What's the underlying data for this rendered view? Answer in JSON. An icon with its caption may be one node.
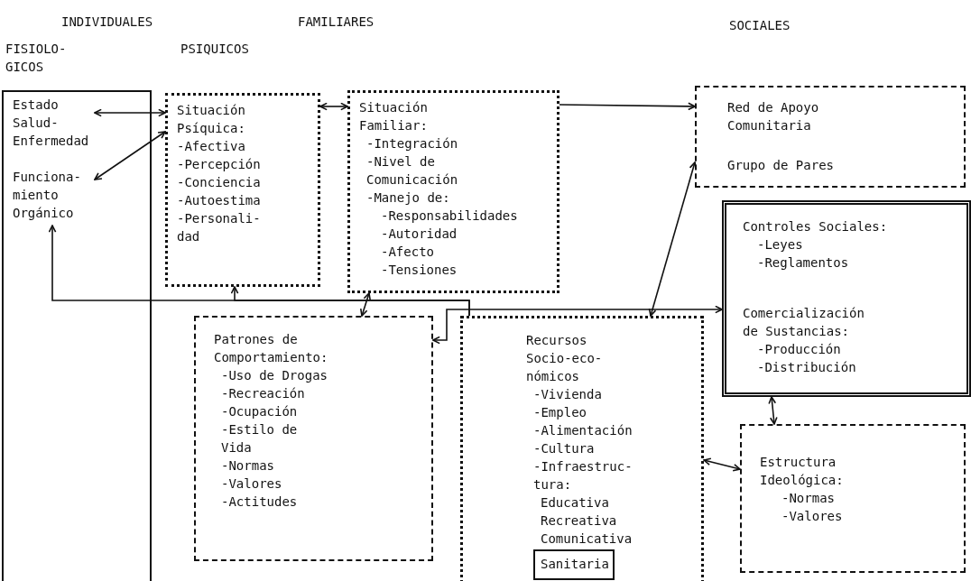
{
  "diagram": {
    "nodes": [
      {
        "text": [],
        "shape": "box"
      },
      {
        "text": [
          "Estado Salud- Enfermedad"
        ],
        "in": 0
      },
      {
        "text": [
          "Funciona- miento Orgánico"
        ],
        "in": 0
      },
      {
        "text": [
          "Situación Psíquica:",
          "-Afectiva",
          "-Percepción",
          "-Conciencia",
          "-Autoestima",
          "-Personali- dad"
        ]
      },
      {
        "text": [
          "Situación Familiar:",
          "-Integración",
          "-Nivel de Comunicación",
          "-Manejo de:",
          "-Responsabilidades",
          "-Autoridad",
          "-Afecto",
          "-Tensiones"
        ]
      },
      {
        "text": [
          "Red de Apoyo Comunitaria",
          "Grupo de Pares"
        ]
      },
      {
        "text": [
          "Controles Sociales:",
          "-Leyes",
          "-Reglamentos",
          "Comercialización de Sustancias:",
          "-Producción",
          "-Distribución"
        ]
      },
      {
        "text": [
          "Patrones de Comportamiento:",
          "-Uso de Drogas",
          "-Recreación",
          "-Ocupación",
          "-Estilo de Vida",
          "-Normas",
          "-Valores",
          "-Actitudes"
        ]
      },
      {
        "text": [
          "Recursos Socio-eco- nómicos",
          "-Vivienda",
          "-Empleo",
          "-Alimentación",
          "-Cultura",
          "-Infraestruc- tura:",
          "Educativa",
          "Recreativa",
          "Comunicativa"
        ]
      },
      {
        "text": [
          "Sanitaria"
        ],
        "in": 8
      },
      {
        "text": [
          "Estructura Ideológica:",
          "-Normas",
          "-Valores"
        ]
      }
    ],
    "edges": [
      {
        "from": 1,
        "to": 3,
        "arrow": "both"
      },
      {
        "from": 3,
        "to": 2,
        "arrow": "both"
      },
      {
        "from": 8,
        "to": 2,
        "arrow": "to"
      },
      {
        "from": 8,
        "to": 3,
        "arrow": "to"
      },
      {
        "from": 3,
        "to": 4,
        "arrow": "both"
      },
      {
        "from": 4,
        "to": 5,
        "arrow": "to"
      },
      {
        "from": 4,
        "to": 7,
        "arrow": "both"
      },
      {
        "from": 7,
        "to": 6,
        "arrow": "both"
      },
      {
        "from": 5,
        "to": 8,
        "arrow": "both"
      },
      {
        "from": 6,
        "to": 10,
        "arrow": "both"
      },
      {
        "from": 8,
        "to": 10,
        "arrow": "both"
      }
    ],
    "labels": [
      "INDIVIDUALES",
      "FAMILIARES",
      "SOCIALES",
      "FISIOLO- GICOS",
      "PSIQUICOS"
    ]
  }
}
